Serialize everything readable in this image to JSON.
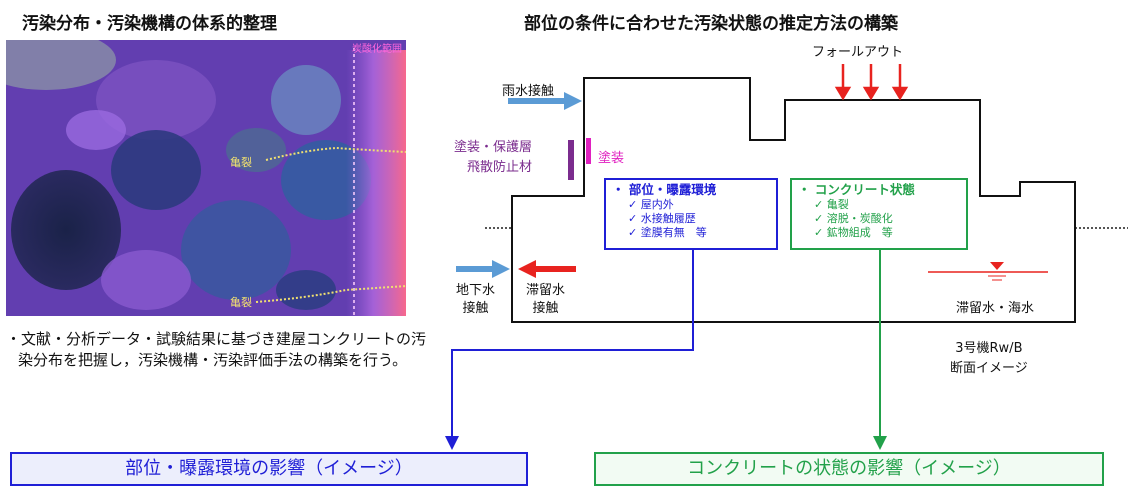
{
  "left_title": "汚染分布・汚染機構の体系的整理",
  "right_title": "部位の条件に合わせた汚染状態の推定方法の構築",
  "photo": {
    "carbonation_label": "炭酸化範囲",
    "crack_label_1": "亀裂",
    "crack_label_2": "亀裂"
  },
  "left_note": "・文献・分析データ・試験結果に基づき建屋コンクリートの汚染分布を把握し，汚染機構・汚染評価手法の構築を行う。",
  "diagram": {
    "fallout": "フォールアウト",
    "rain_contact": "雨水接触",
    "coating_protect_1": "塗装・保護層",
    "coating_protect_2": "飛散防止材",
    "coating": "塗装",
    "groundwater_1": "地下水",
    "groundwater_2": "接触",
    "stagnant_1": "滞留水",
    "stagnant_2": "接触",
    "stagnant_sea": "滞留水・海水",
    "caption_1": "3号機Rw/B",
    "caption_2": "断面イメージ",
    "blue_box": {
      "heading": "・ 部位・曝露環境",
      "items": [
        "屋内外",
        "水接触履歴",
        "塗膜有無　等"
      ]
    },
    "green_box": {
      "heading": "・ コンクリート状態",
      "items": [
        "亀裂",
        "溶脱・炭酸化",
        "鉱物組成　等"
      ]
    }
  },
  "bottom": {
    "blue_label": "部位・曝露環境の影響（イメージ）",
    "green_label": "コンクリートの状態の影響（イメージ）"
  },
  "colors": {
    "blue": "#1f1fd6",
    "green": "#22a14a",
    "red": "#e8231f",
    "light_blue_arrow": "#5b9bd5",
    "purple": "#7b2c8e",
    "magenta": "#e020c0"
  }
}
